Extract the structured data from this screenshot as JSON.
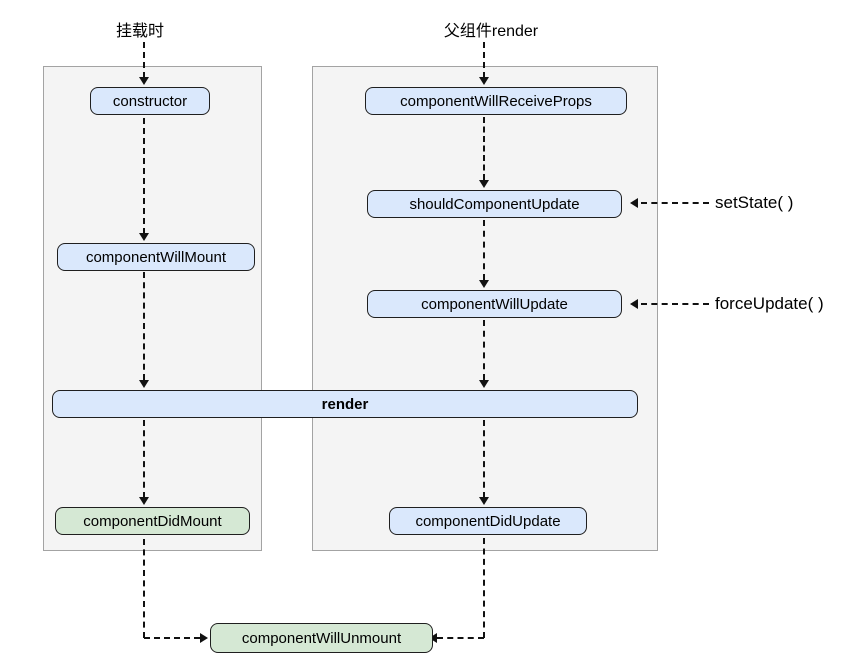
{
  "colors": {
    "node_blue_bg": "#dae8fc",
    "node_green_bg": "#d5e8d4",
    "node_border": "#1f1f1f",
    "panel_bg": "#f4f4f4",
    "panel_border": "#a3a3a3",
    "arrow_color": "#111111",
    "text_color": "#000000"
  },
  "entry_labels": {
    "mount": "挂载时",
    "parent_render": "父组件render"
  },
  "nodes": {
    "constructor": "constructor",
    "component_will_mount": "componentWillMount",
    "component_will_receive_props": "componentWillReceiveProps",
    "should_component_update": "shouldComponentUpdate",
    "component_will_update": "componentWillUpdate",
    "render": "render",
    "component_did_mount": "componentDidMount",
    "component_did_update": "componentDidUpdate",
    "component_will_unmount": "componentWillUnmount"
  },
  "annotations": {
    "set_state": "setState( )",
    "force_update": "forceUpdate( )"
  }
}
